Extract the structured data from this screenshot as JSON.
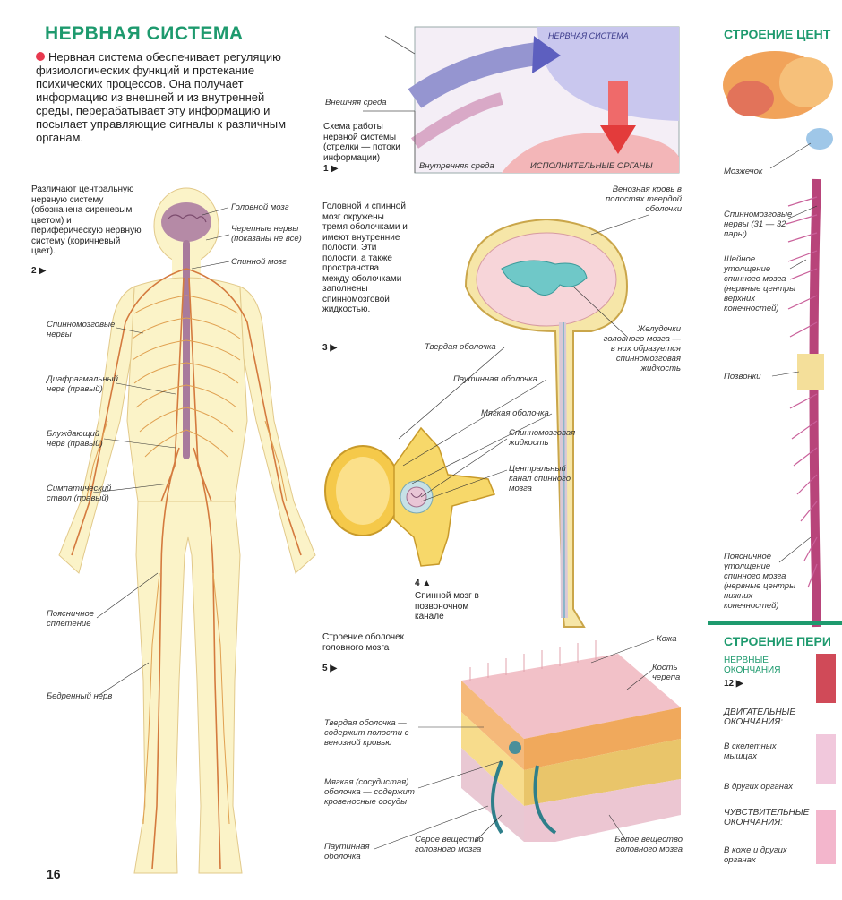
{
  "page_title": "НЕРВНАЯ СИСТЕМА",
  "intro": "Нервная система обеспечивает регуляцию физиологических функций и протекание психических процессов. Она получает информацию из внешней и из внутренней среды, перерабатывает эту информацию и посылает управляющие сигналы к различным органам.",
  "colors": {
    "accent": "#1e9a6e",
    "bullet": "#e8394f"
  },
  "fig1": {
    "caption": "Схема работы нервной системы (стрелки — потоки информации)",
    "number": "1 ▶",
    "labels": {
      "nervous_system": "НЕРВНАЯ СИСТЕМА",
      "outer": "Внешняя среда",
      "inner": "Внутренняя среда",
      "organs": "ИСПОЛНИТЕЛЬНЫЕ ОРГАНЫ"
    }
  },
  "fig2": {
    "caption": "Различают центральную нервную систему (обозначена сиреневым цветом) и периферическую нервную систему (коричневый цвет).",
    "number": "2 ▶",
    "labels": {
      "brain": "Головной мозг",
      "cranial": "Черепные нервы (показаны не все)",
      "spinal_cord": "Спинной мозг",
      "spinal_nerves": "Спинномозговые нервы",
      "phrenic": "Диафрагмальный нерв (правый)",
      "vagus": "Блуждающий нерв (правый)",
      "sympathetic": "Симпатический ствол (правый)",
      "lumbar": "Поясничное сплетение",
      "femoral": "Бедренный нерв"
    }
  },
  "fig3": {
    "caption": "Головной и спинной мозг окружены тремя оболочками и имеют внутренние полости. Эти полости, а также пространства между оболочками заполнены спинномозговой жидкостью.",
    "number": "3 ▶",
    "labels": {
      "venous": "Венозная кровь в полостях твердой оболочки",
      "ventricles": "Желудочки головного мозга — в них образуется спинномозговая жидкость",
      "dura": "Твердая оболочка",
      "arachnoid": "Паутинная оболочка",
      "pia": "Мягкая оболочка",
      "csf": "Спинномозговая жидкость",
      "canal": "Центральный канал спинного мозга"
    }
  },
  "fig4": {
    "number": "4 ▲",
    "caption": "Спинной мозг в позвоночном канале"
  },
  "fig5": {
    "caption": "Строение оболочек головного мозга",
    "number": "5 ▶",
    "labels": {
      "skin": "Кожа",
      "skull": "Кость черепа",
      "dura": "Твердая оболочка — содержит полости с венозной кровью",
      "pia": "Мягкая (сосудистая) оболочка — содержит кровеносные сосуды",
      "arachnoid": "Паутинная оболочка",
      "grey": "Серое вещество головного мозга",
      "white": "Белое вещество головного мозга"
    }
  },
  "right_panel": {
    "title1": "СТРОЕНИЕ ЦЕНТ",
    "cerebellum": "Мозжечок",
    "spinal_nerves": "Спинномозговые нервы (31 — 32 пары)",
    "cervical": "Шейное утолщение спинного мозга (нервные центры верхних конечностей)",
    "vertebrae": "Позвонки",
    "lumbar": "Поясничное утолщение спинного мозга (нервные центры нижних конечностей)",
    "title2": "СТРОЕНИЕ ПЕРИ",
    "endings": "НЕРВНЫЕ ОКОНЧАНИЯ",
    "endings_num": "12 ▶",
    "motor": "ДВИГАТЕЛЬНЫЕ ОКОНЧАНИЯ:",
    "skeletal": "В скелетных мышцах",
    "other_organs": "В других органах",
    "sensory": "ЧУВСТВИТЕЛЬНЫЕ ОКОНЧАНИЯ:",
    "skin_organs": "В коже и других органах"
  },
  "page_number": "16"
}
